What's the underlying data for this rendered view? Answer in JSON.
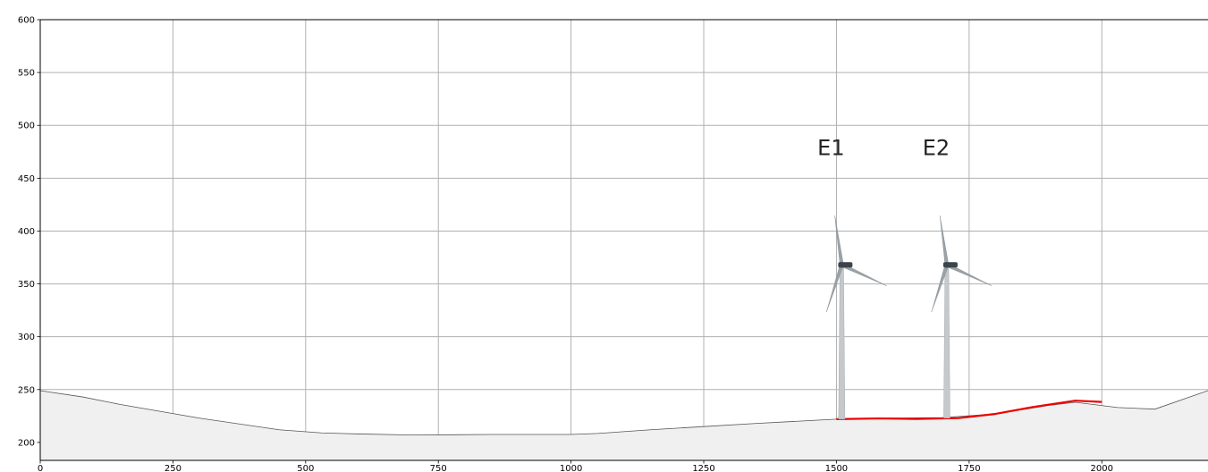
{
  "chart_data": {
    "type": "area",
    "title": "",
    "xlabel": "",
    "ylabel": "",
    "xlim": [
      0,
      2200
    ],
    "ylim": [
      183,
      600
    ],
    "grid": true,
    "x_ticks": [
      "0",
      "250",
      "500",
      "750",
      "1000",
      "1250",
      "1500",
      "1750",
      "2000"
    ],
    "y_ticks": [
      "200",
      "250",
      "300",
      "350",
      "400",
      "450",
      "500",
      "550",
      "600"
    ],
    "series": [
      {
        "kind": "terrain",
        "color": "#555555",
        "fill": "#f0f0f0",
        "points": [
          [
            0,
            249
          ],
          [
            80,
            243
          ],
          [
            150,
            236
          ],
          [
            300,
            223
          ],
          [
            450,
            212
          ],
          [
            530,
            209
          ],
          [
            600,
            208
          ],
          [
            700,
            207
          ],
          [
            850,
            207.5
          ],
          [
            1000,
            207.5
          ],
          [
            1050,
            208.5
          ],
          [
            1150,
            212
          ],
          [
            1250,
            215
          ],
          [
            1350,
            218
          ],
          [
            1500,
            222
          ],
          [
            1600,
            223
          ],
          [
            1700,
            223.5
          ],
          [
            1800,
            227
          ],
          [
            1900,
            235
          ],
          [
            1950,
            238
          ],
          [
            2030,
            233
          ],
          [
            2100,
            231.5
          ],
          [
            2200,
            249
          ]
        ]
      },
      {
        "kind": "highlight",
        "color": "#ee0000",
        "points": [
          [
            1500,
            222
          ],
          [
            1580,
            222.7
          ],
          [
            1650,
            222.2
          ],
          [
            1730,
            223
          ],
          [
            1800,
            227
          ],
          [
            1870,
            233.5
          ],
          [
            1950,
            239.5
          ],
          [
            2000,
            238.3
          ]
        ]
      }
    ],
    "turbines": [
      {
        "label": "E1",
        "x": 1510,
        "base": 222,
        "hub": 368,
        "rotor_radius": 47
      },
      {
        "label": "E2",
        "x": 1708,
        "base": 223,
        "hub": 368,
        "rotor_radius": 47
      }
    ],
    "colors": {
      "grid": "#b0b0b0",
      "axis": "#000000",
      "tower": "#c5c9cb",
      "blade": "#9aa3a8",
      "nacelle": "#3b444a"
    }
  }
}
